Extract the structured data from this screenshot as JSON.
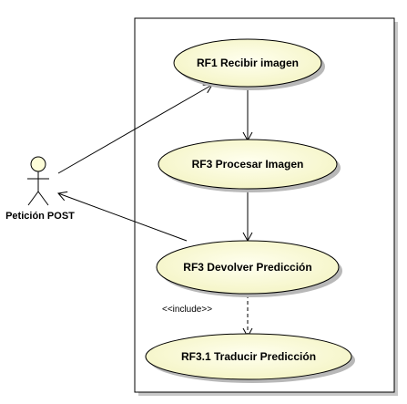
{
  "actor": {
    "name": "Petición POST"
  },
  "use_cases": [
    {
      "id": "rf1",
      "label": "RF1 Recibir imagen"
    },
    {
      "id": "rf3",
      "label": "RF3 Procesar Imagen"
    },
    {
      "id": "rf3-dev",
      "label": "RF3 Devolver Predicción"
    },
    {
      "id": "rf31",
      "label": "RF3.1 Traducir Predicción"
    }
  ],
  "relations": {
    "include_label": "<<include>>"
  },
  "colors": {
    "use_case_fill": "#fdfdd8",
    "use_case_fill_dark": "#f2f2bf",
    "line": "#000000",
    "shadow": "#b8b8b8"
  }
}
